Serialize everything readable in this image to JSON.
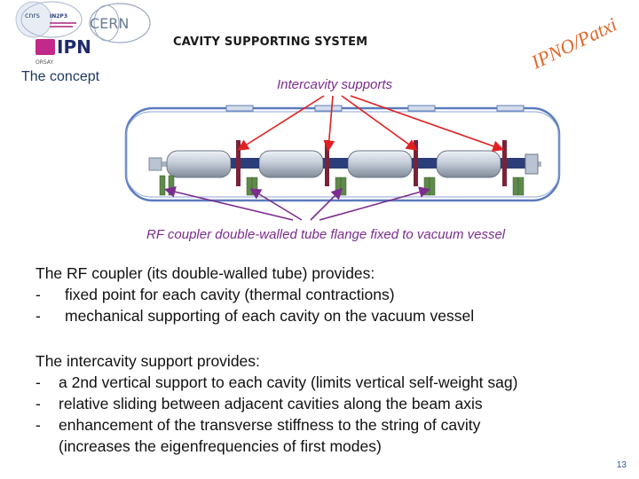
{
  "header": {
    "logos": {
      "institute_1": "cnrs",
      "institute_2": "IN2P3",
      "institute_3": "CERN",
      "institute_4": "IPN",
      "institute_5": "ORSAY"
    },
    "title": "CAVITY SUPPORTING SYSTEM",
    "subtitle": "The concept",
    "stamp": "IPNO/Patxi"
  },
  "diagram": {
    "top_label": "Intercavity supports",
    "bottom_label": "RF coupler double-walled tube flange fixed to vacuum vessel",
    "cavity_count": 4,
    "colors": {
      "arrow_red": "#e02020",
      "arrow_purple": "#7b2c8e",
      "vessel": "#5b7bbd"
    }
  },
  "body": {
    "section1": {
      "heading": "The RF coupler (its double-walled tube) provides:",
      "items": [
        "fixed point for each cavity (thermal contractions)",
        "mechanical supporting of each cavity on the vacuum vessel"
      ]
    },
    "section2": {
      "heading": "The intercavity support provides:",
      "items": [
        "a 2nd vertical support to each cavity (limits vertical self-weight sag)",
        "relative sliding between adjacent cavities along the beam axis",
        "enhancement of the transverse stiffness to the string of cavity"
      ],
      "continuation": "(increases the eigenfrequencies of first modes)"
    },
    "bullet_char": "-"
  },
  "footer": {
    "page_number": "13"
  }
}
